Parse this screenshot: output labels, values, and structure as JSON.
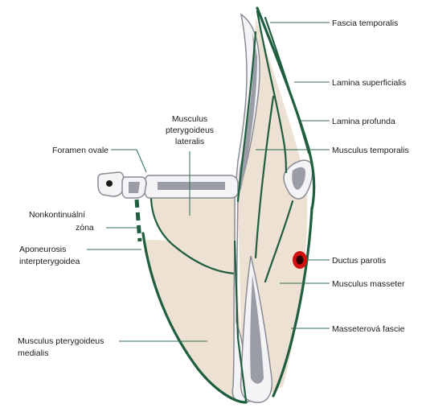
{
  "labels": {
    "fascia_temporalis": "Fascia temporalis",
    "lamina_superficialis": "Lamina superficialis",
    "lamina_profunda": "Lamina profunda",
    "musculus_temporalis": "Musculus temporalis",
    "musculus_pterygoideus_lateralis": [
      "Musculus",
      "pterygoideus",
      "lateralis"
    ],
    "foramen_ovale": "Foramen ovale",
    "nonkontinualni_zona": [
      "Nonkontinuální",
      "zóna"
    ],
    "aponeurosis_interpterygoidea": [
      "Aponeurosis",
      "interpterygoidea"
    ],
    "ductus_parotis": "Ductus parotis",
    "musculus_masseter": "Musculus masseter",
    "masseterova_fascie": "Masseterová fascie",
    "musculus_pterygoideus_medialis": [
      "Musculus pterygoideus",
      "medialis"
    ]
  },
  "colors": {
    "fascia": "#1f5e3e",
    "muscle": "#ece1d3",
    "bone_shadow": "#9a9ca6",
    "duct": "#d31010"
  }
}
